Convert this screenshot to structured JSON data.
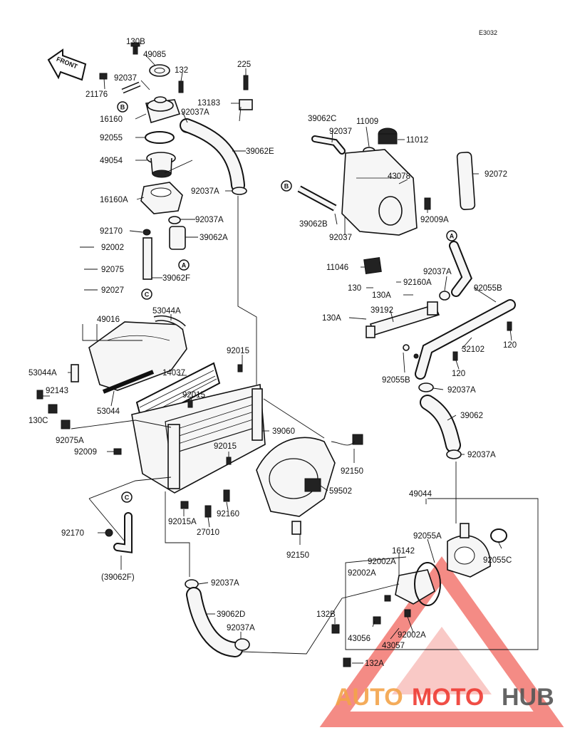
{
  "drawing_code": "E3032",
  "front_label": "FRONT",
  "refs": {
    "a": "A",
    "b": "B",
    "c": "C"
  },
  "labels": {
    "p130b": "130B",
    "p49085": "49085",
    "p92037_top": "92037",
    "p132_top": "132",
    "p21176": "21176",
    "p16160": "16160",
    "p92037a_cap": "92037A",
    "p92055": "92055",
    "p49054": "49054",
    "p16160a": "16160A",
    "p225": "225",
    "p13183": "13183",
    "p39062e": "39062E",
    "p92037a_e": "92037A",
    "p92037a_bottom_thermo": "92037A",
    "p92170_top": "92170",
    "p39062a": "39062A",
    "p92002": "92002",
    "p92075": "92075",
    "p92027": "92027",
    "p39062f": "39062F",
    "p39062c": "39062C",
    "p11009": "11009",
    "p92037_res": "92037",
    "p11012": "11012",
    "p43078": "43078",
    "p92072": "92072",
    "p39062b": "39062B",
    "p92037_res2": "92037",
    "p92009a": "92009A",
    "p11046": "11046",
    "p92037a_pipe": "92037A",
    "p130": "130",
    "p92160a": "92160A",
    "p130a_1": "130A",
    "p92055b_1": "92055B",
    "p130a_2": "130A",
    "p39192": "39192",
    "p120_1": "120",
    "p32102": "32102",
    "p120_2": "120",
    "p92055b_2": "92055B",
    "p49016": "49016",
    "p53044a": "53044A",
    "p92015_1": "92015",
    "p53044a_side": "53044A",
    "p14037": "14037",
    "p92143": "92143",
    "p92015_2": "92015",
    "p130c": "130C",
    "p53044": "53044",
    "p92075a": "92075A",
    "p39060": "39060",
    "p92009": "92009",
    "p92015_3": "92015",
    "p92037a_hose_top": "92037A",
    "p39062": "39062",
    "p92037a_hose_bot": "92037A",
    "p92150_1": "92150",
    "p59502": "59502",
    "p92160": "92160",
    "p92015a": "92015A",
    "p27010": "27010",
    "p92170_bot": "92170",
    "p92150_2": "92150",
    "p39062f_paren": "(39062F)",
    "p49044": "49044",
    "p92055a": "92055A",
    "p16142": "16142",
    "p92002a_1": "92002A",
    "p92002a_2": "92002A",
    "p92055c": "92055C",
    "p92037a_lower": "92037A",
    "p39062d": "39062D",
    "p92037a_lower2": "92037A",
    "p132b": "132B",
    "p43056": "43056",
    "p92002a_3": "92002A",
    "p43057": "43057",
    "p132a": "132A"
  },
  "watermark": {
    "auto": "AUTO",
    "moto": "MOTO",
    "hub": "HUB"
  },
  "colors": {
    "watermark_orange": "#f3a44a",
    "watermark_red": "#ef3b33",
    "watermark_grey": "#555555",
    "triangle": "#ee4a40"
  }
}
